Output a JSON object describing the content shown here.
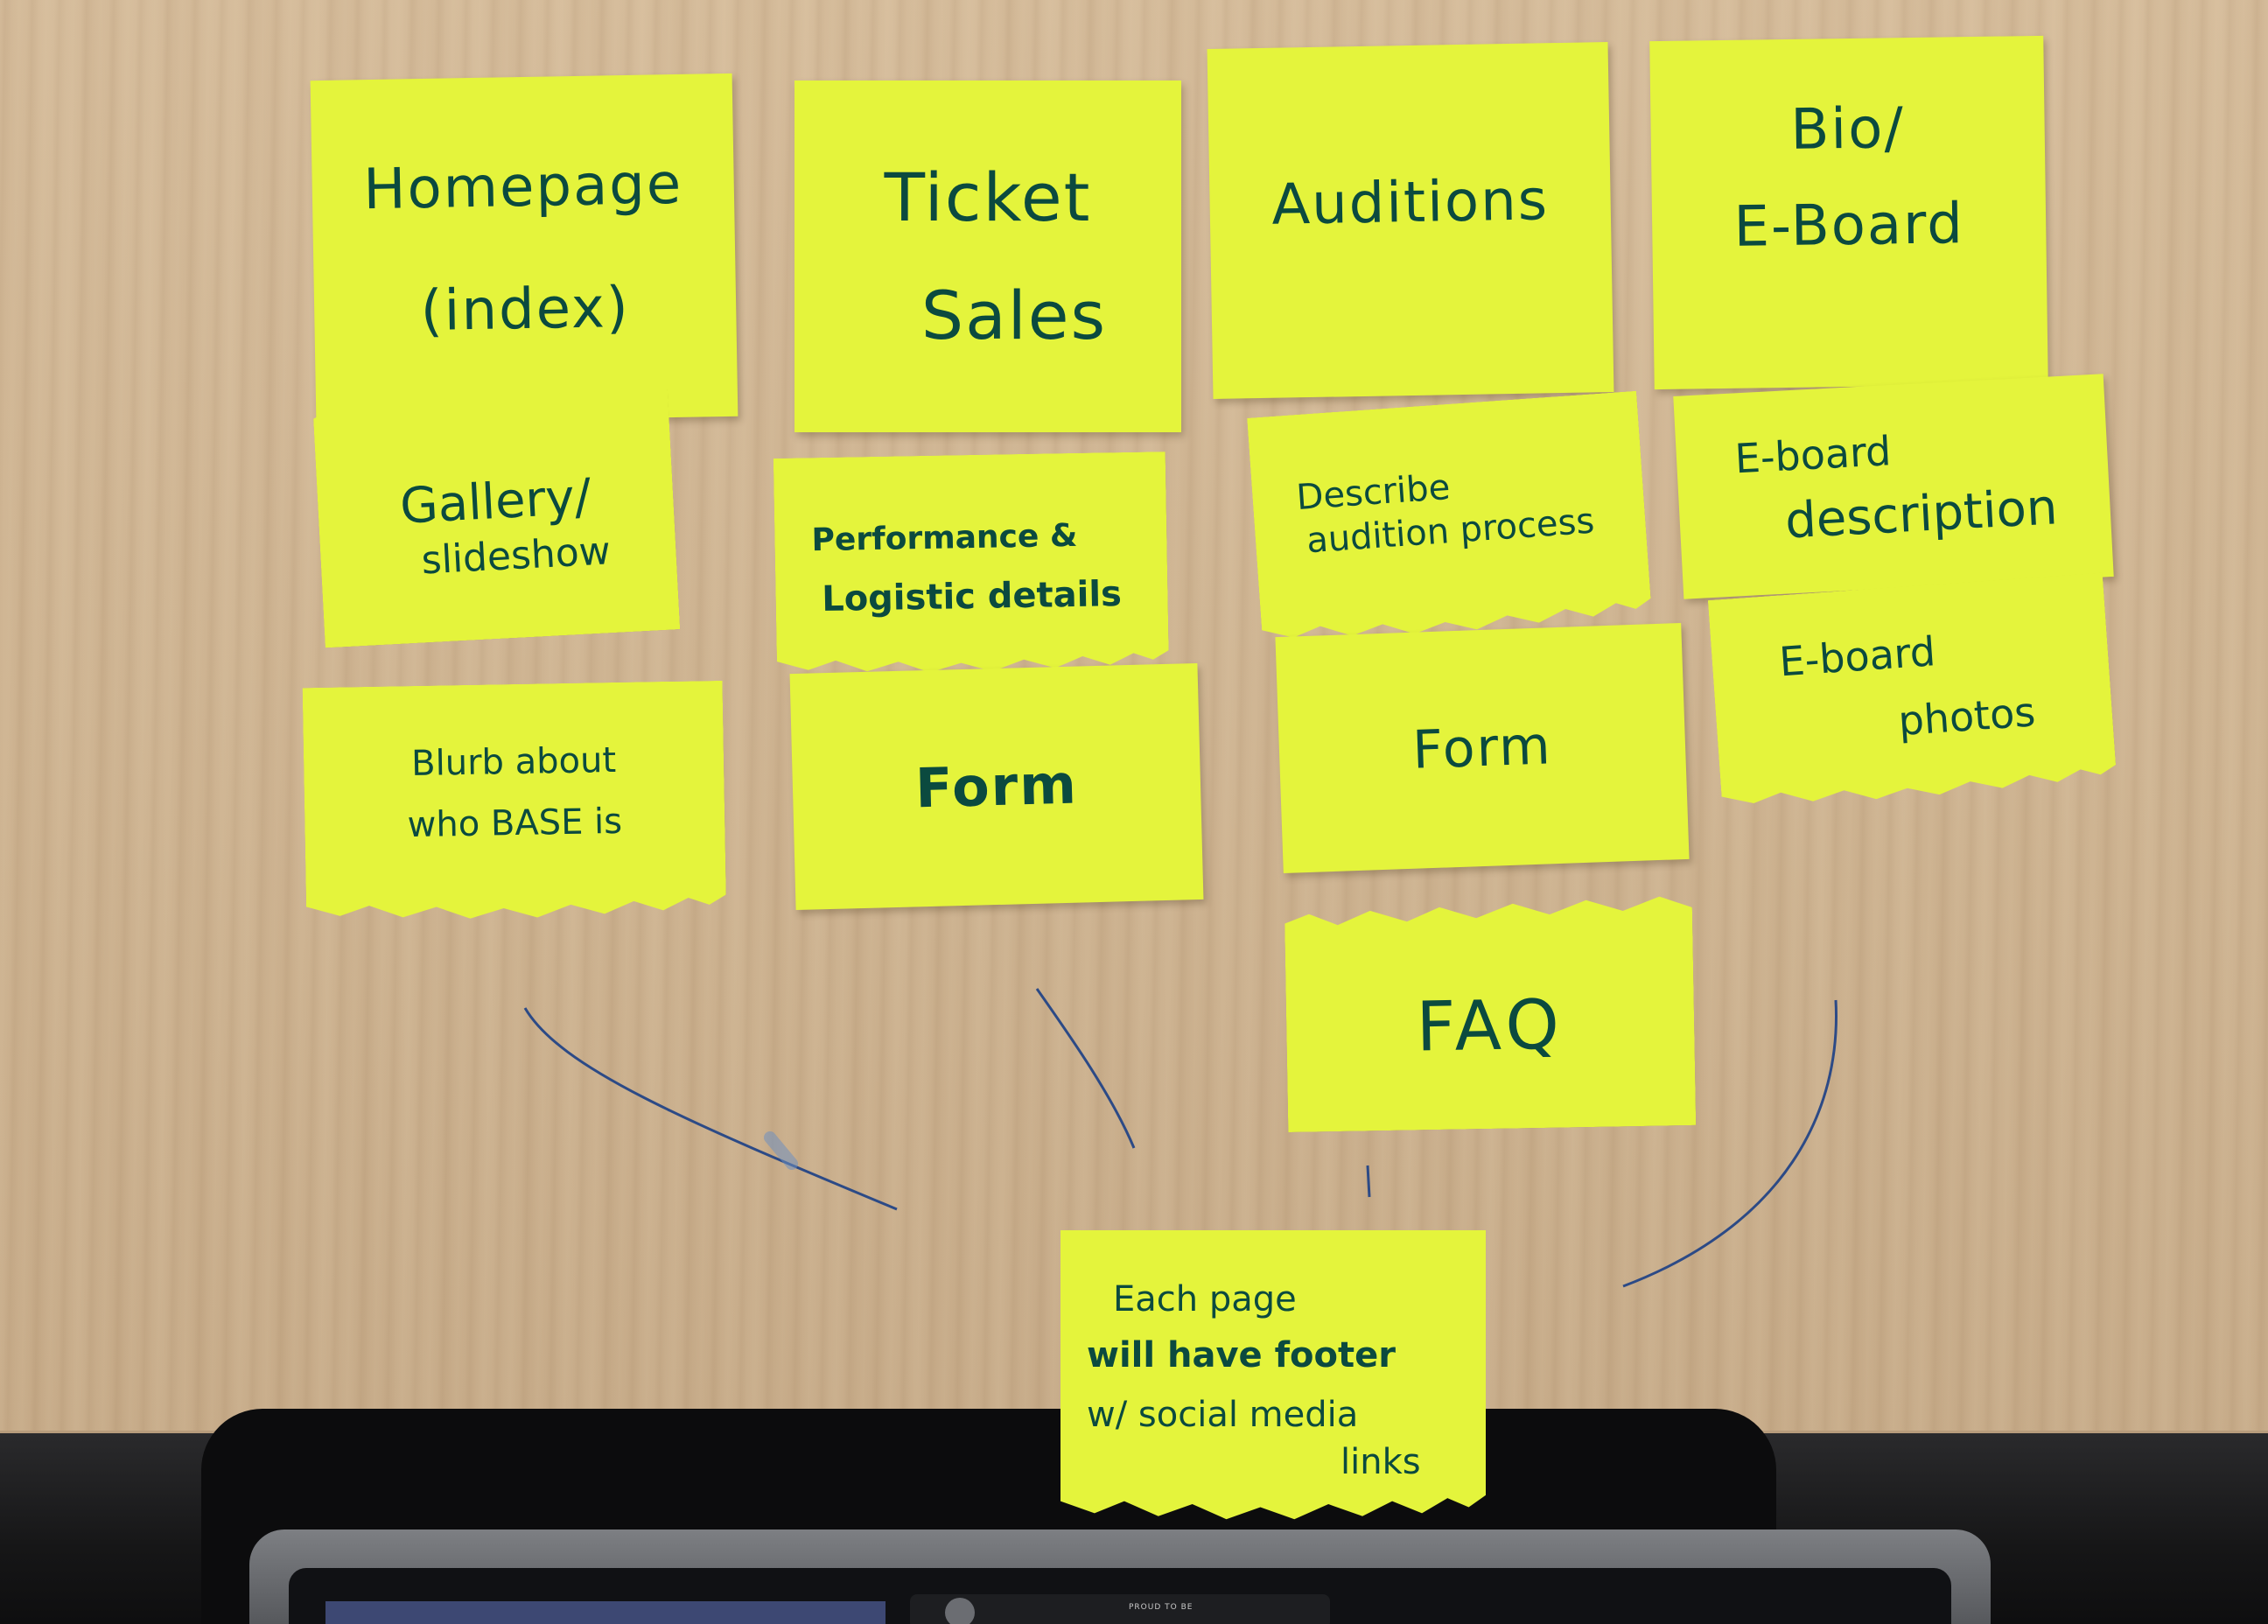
{
  "notes": {
    "homepage": {
      "line1": "Homepage",
      "line2": "(index)"
    },
    "ticket": {
      "line1": "Ticket",
      "line2": "Sales"
    },
    "auditions": {
      "line1": "Auditions"
    },
    "bio": {
      "line1": "Bio/",
      "line2": "E-Board"
    },
    "gallery": {
      "line1": "Gallery/",
      "line2": "slideshow"
    },
    "performance": {
      "line1": "Performance &",
      "line2": "Logistic details"
    },
    "describe": {
      "line1": "Describe",
      "line2": "audition process"
    },
    "eboard_desc": {
      "line1": "E-board",
      "line2": "description"
    },
    "blurb": {
      "line1": "Blurb about",
      "line2": "who BASE is"
    },
    "form_tickets": {
      "line1": "Form"
    },
    "form_auditions": {
      "line1": "Form"
    },
    "eboard_photos": {
      "line1": "E-board",
      "line2": "photos"
    },
    "faq": {
      "line1": "FAQ"
    },
    "footer": {
      "line1": "Each page",
      "line2": "will have footer",
      "line3": "w/ social media",
      "line4": "links"
    }
  },
  "laptop": {
    "label": "PROUD TO BE"
  },
  "colors": {
    "note": "#e4f43c",
    "ink": "#0b4a3f",
    "pen": "#2c4a86",
    "desk": "#d2b896"
  }
}
